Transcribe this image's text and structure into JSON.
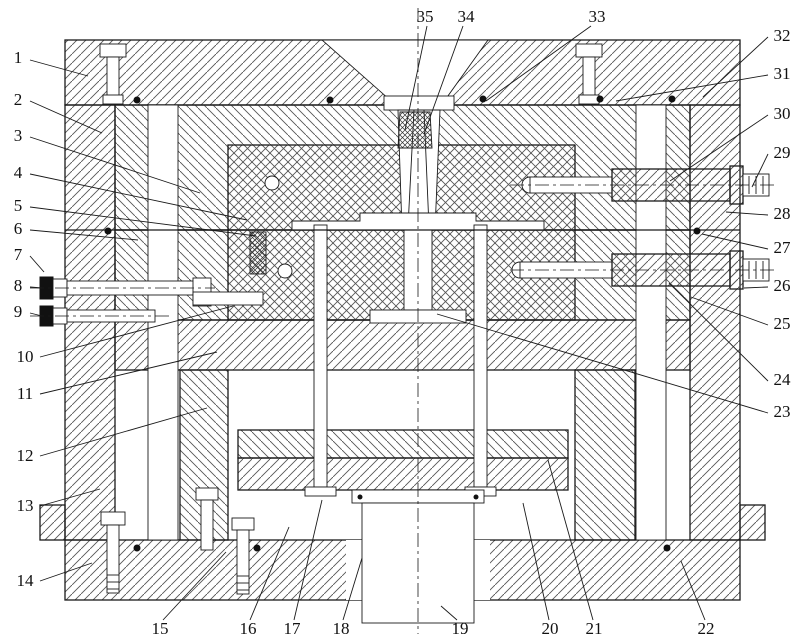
{
  "drawing": {
    "line_color": "#1a1a1a",
    "background": "#ffffff",
    "hatch_color": "#555555"
  },
  "callouts": [
    "1",
    "2",
    "3",
    "4",
    "5",
    "6",
    "7",
    "8",
    "9",
    "10",
    "11",
    "12",
    "13",
    "14",
    "15",
    "16",
    "17",
    "18",
    "19",
    "20",
    "21",
    "22",
    "23",
    "24",
    "25",
    "26",
    "27",
    "28",
    "29",
    "30",
    "31",
    "32",
    "33",
    "34",
    "35"
  ]
}
